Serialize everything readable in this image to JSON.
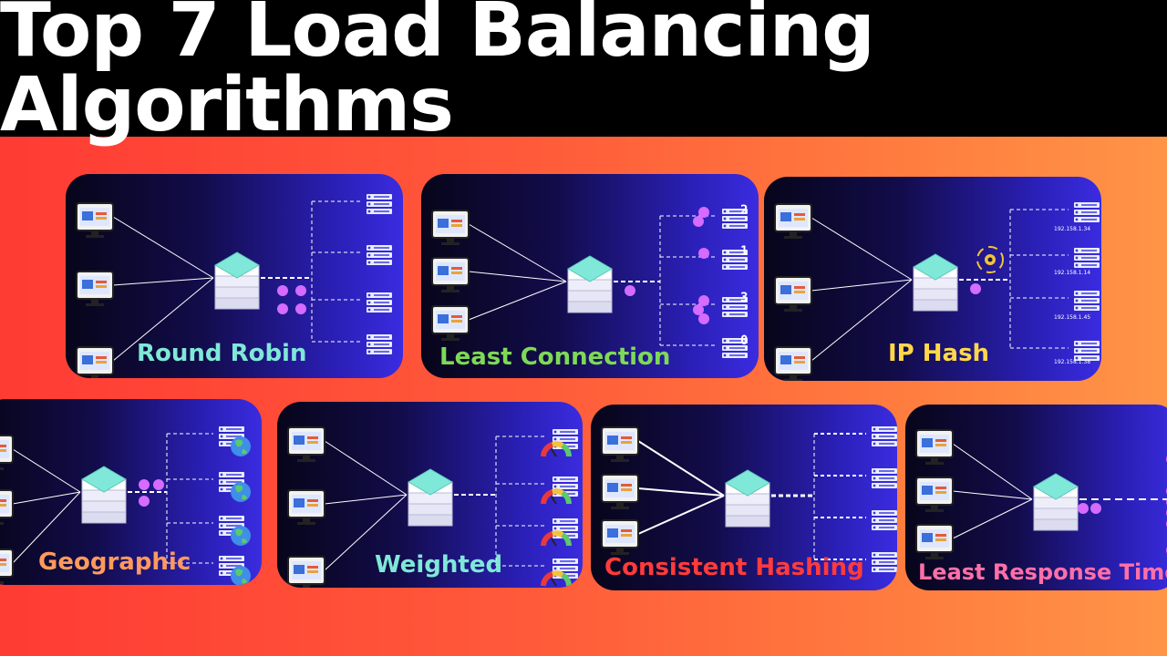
{
  "title": "Top 7 Load Balancing Algorithms",
  "colors": {
    "round_robin": "#7fe8d8",
    "least_connection": "#7ed957",
    "ip_hash": "#ffd84a",
    "geographic": "#ff9a5c",
    "weighted": "#7fe8d8",
    "consistent_hashing": "#ff3b3b",
    "least_response_time": "#ff6fa8"
  },
  "cards": {
    "round_robin": {
      "label": "Round Robin"
    },
    "least_connection": {
      "label": "Least Connection",
      "connections": [
        "2",
        "1",
        "3",
        "0"
      ]
    },
    "ip_hash": {
      "label": "IP Hash",
      "ips": [
        "192.158.1.34",
        "192.158.1.14",
        "192.158.1.45",
        "192.158.1.38"
      ]
    },
    "geographic": {
      "label": "Geographic"
    },
    "weighted": {
      "label": "Weighted"
    },
    "consistent_hashing": {
      "label": "Consistent Hashing"
    },
    "least_response_time": {
      "label": "Least Response Time"
    }
  }
}
